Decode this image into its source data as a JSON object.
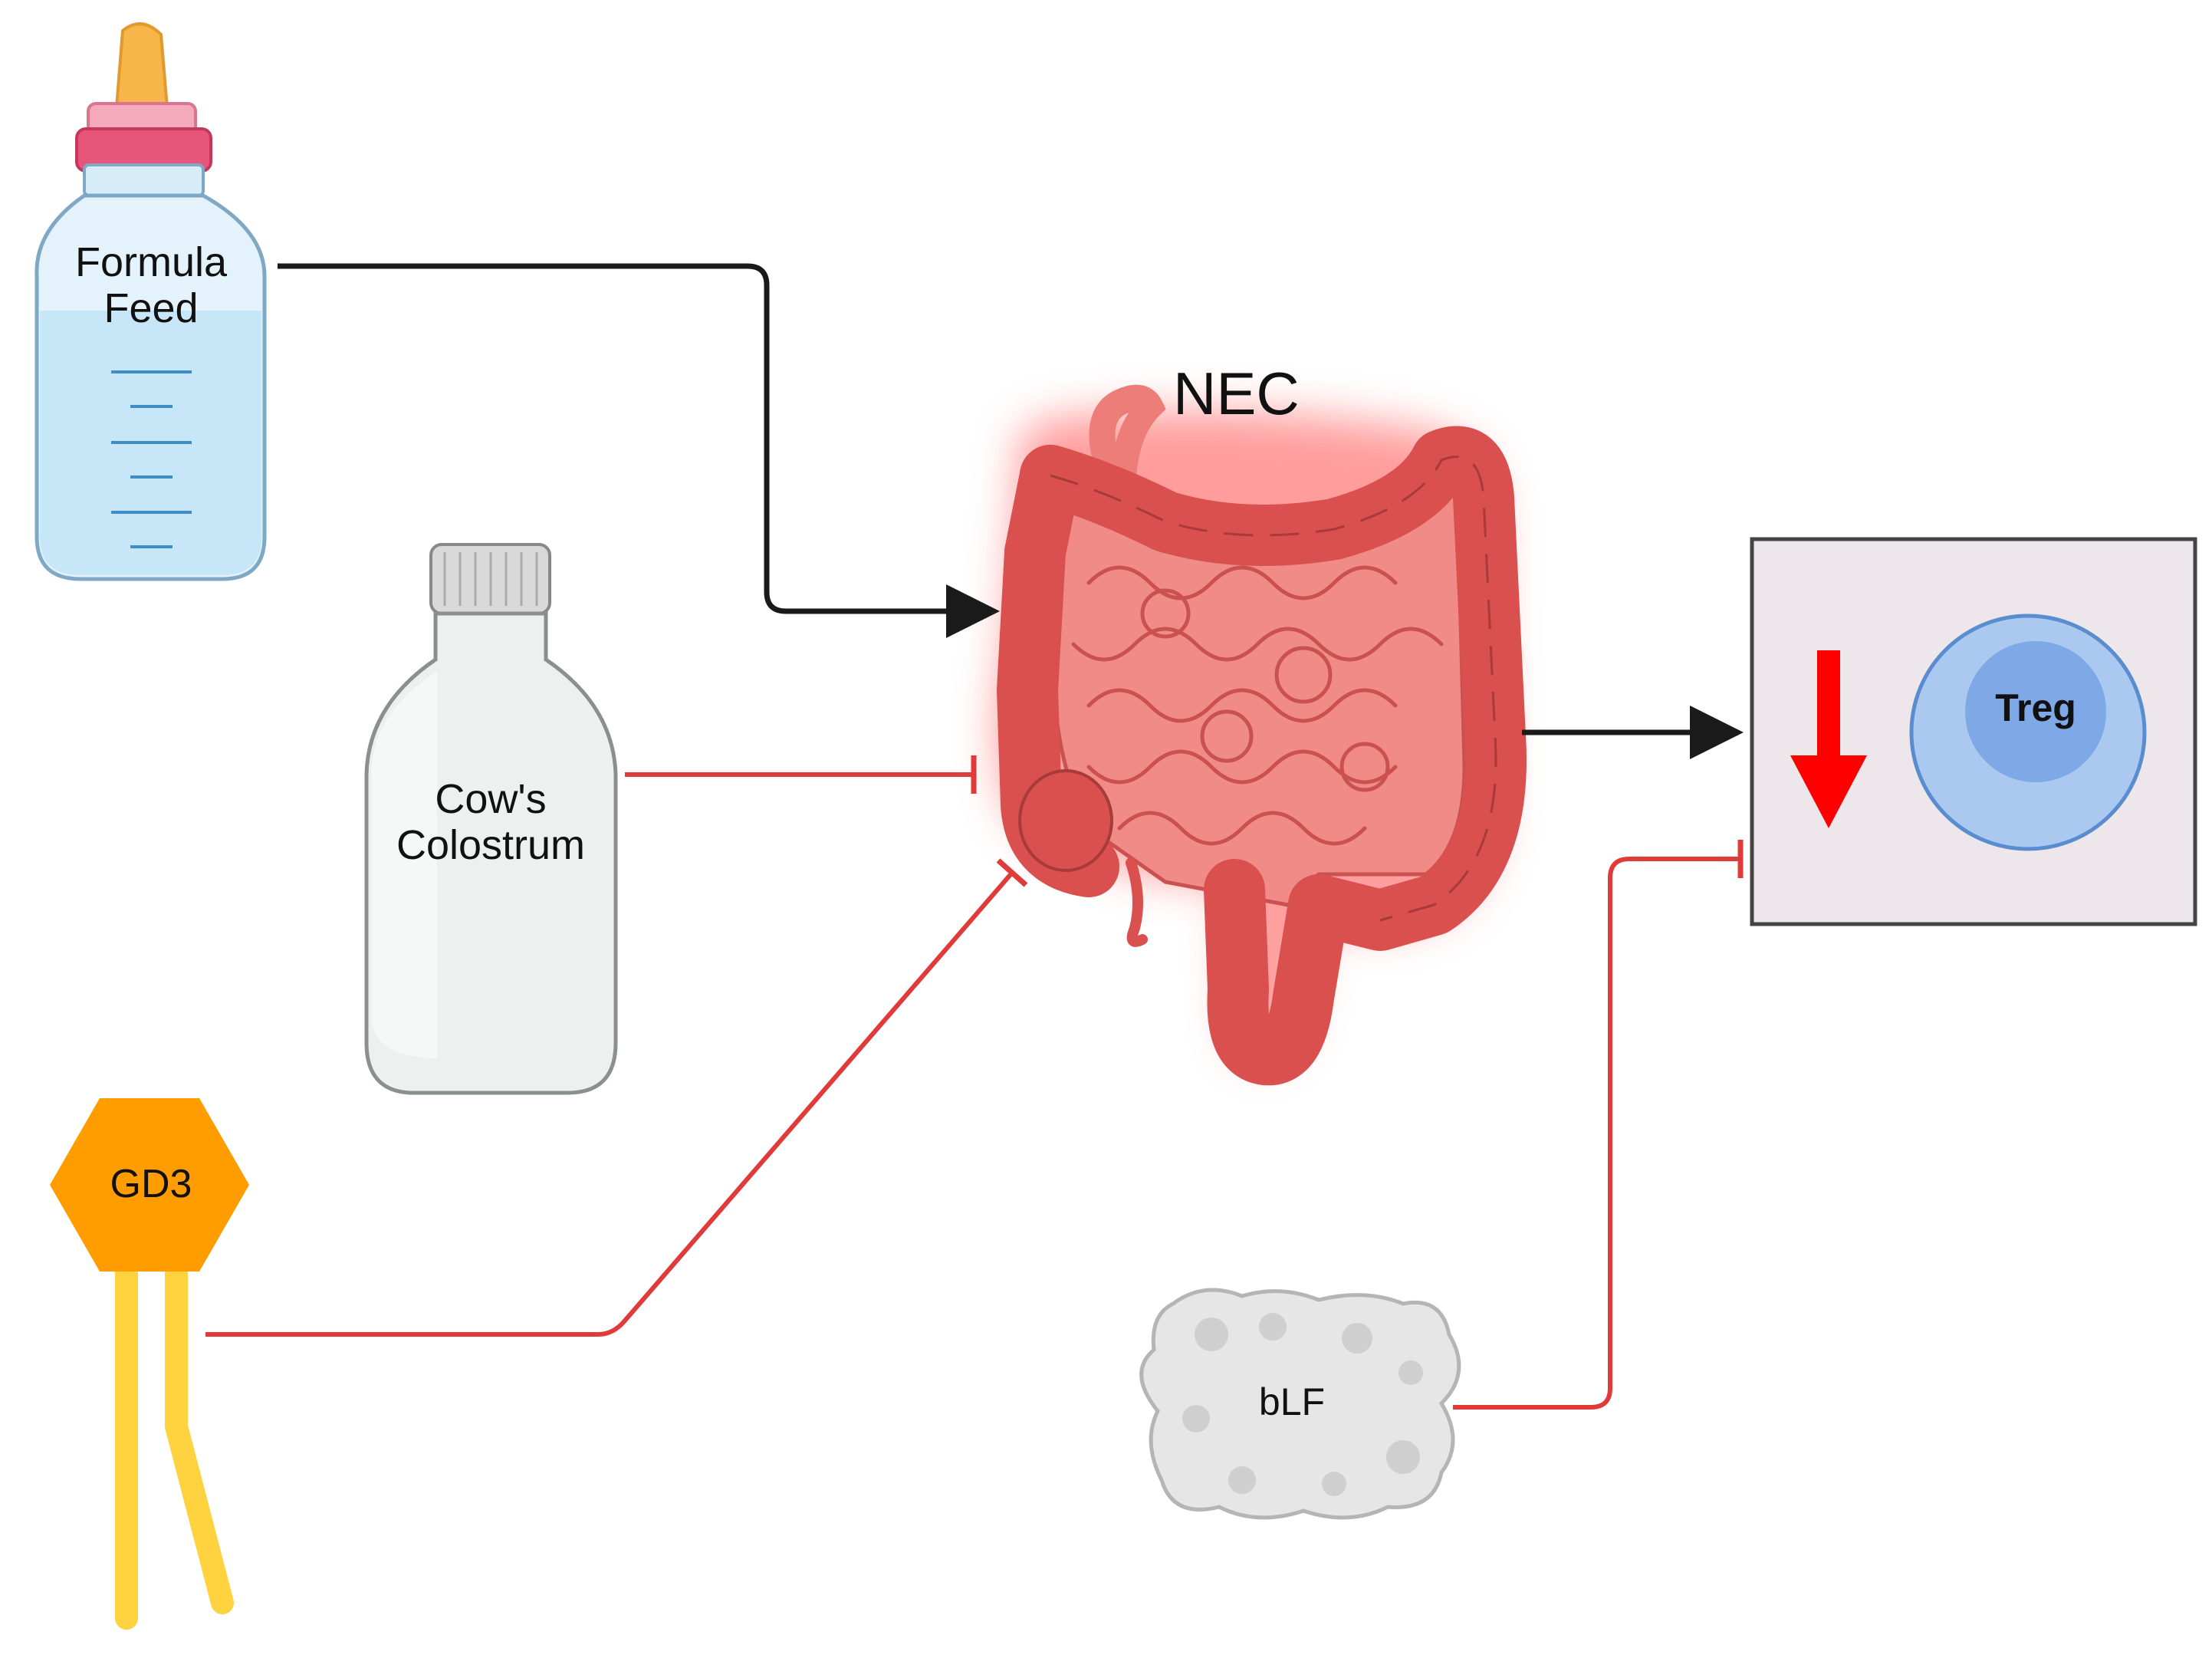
{
  "labels": {
    "formula": [
      "Formula",
      "Feed"
    ],
    "colostrum": [
      "Cow's",
      "Colostrum"
    ],
    "nec": "NEC",
    "gd3": "GD3",
    "blf": "bLF",
    "treg": "Treg"
  },
  "colors": {
    "activation": "#1a1a1a",
    "inhibition": "#e03a3a",
    "down_arrow": "#ff0000",
    "intestine": "#e0605e",
    "small_intestine": "#f08b87",
    "gd3_head": "#ff9d00",
    "gd3_tail": "#ffd23f",
    "treg_outer": "#aac8f0",
    "treg_inner": "#7ea8e6",
    "panel_bg": "#ede7ec",
    "panel_border": "#444444"
  }
}
